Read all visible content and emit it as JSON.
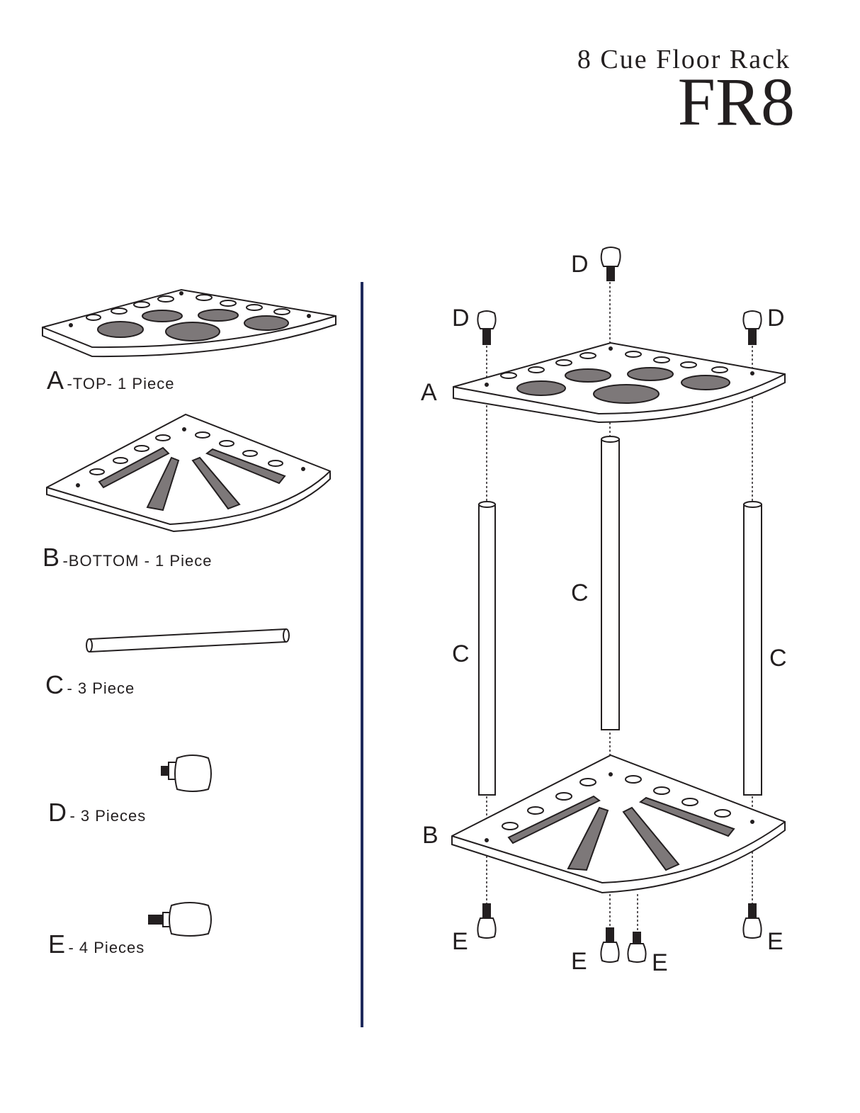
{
  "header": {
    "subtitle": "8 Cue Floor Rack",
    "model": "FR8"
  },
  "parts": [
    {
      "letter": "A",
      "desc": "-TOP- 1 Piece"
    },
    {
      "letter": "B",
      "desc": "-BOTTOM - 1 Piece"
    },
    {
      "letter": "C",
      "desc": "- 3 Piece"
    },
    {
      "letter": "D",
      "desc": "- 3 Pieces"
    },
    {
      "letter": "E",
      "desc": "- 4 Pieces"
    }
  ],
  "assembly_labels": {
    "d_top": "D",
    "d_left": "D",
    "d_right": "D",
    "a": "A",
    "b": "B",
    "c_left": "C",
    "c_mid": "C",
    "c_right": "C",
    "e_left": "E",
    "e_mid1": "E",
    "e_mid2": "E",
    "e_right": "E"
  },
  "colors": {
    "line": "#231f20",
    "hole_fill": "#7d7879",
    "divider": "#1f2a5c"
  }
}
